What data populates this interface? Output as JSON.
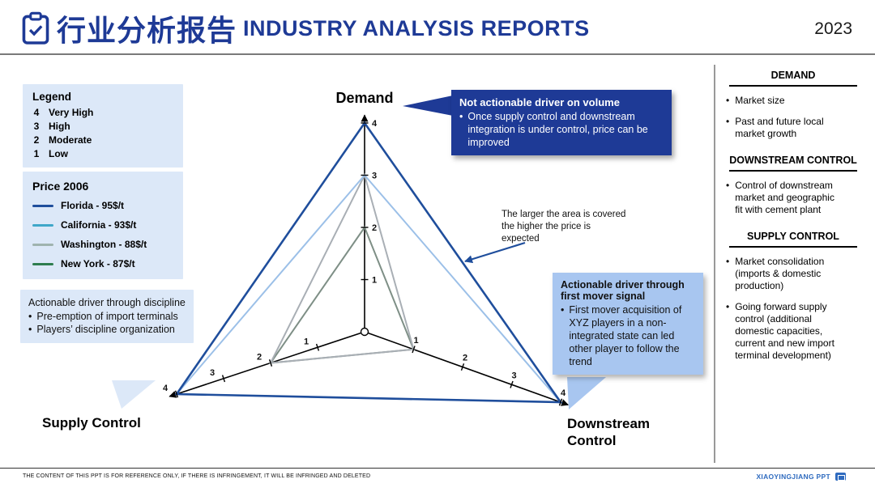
{
  "header": {
    "title_zh": "行业分析报告",
    "title_en": "INDUSTRY ANALYSIS REPORTS",
    "year": "2023",
    "accent_color": "#1E3A96"
  },
  "legend_box": {
    "title": "Legend",
    "items": [
      {
        "value": "4",
        "label": "Very High"
      },
      {
        "value": "3",
        "label": "High"
      },
      {
        "value": "2",
        "label": "Moderate"
      },
      {
        "value": "1",
        "label": "Low"
      }
    ]
  },
  "price_box": {
    "title": "Price 2006",
    "items": [
      {
        "name": "Florida - 95$/t",
        "color": "#1F4E9C"
      },
      {
        "name": "California - 93$/t",
        "color": "#3FA7C9"
      },
      {
        "name": "Washington - 88$/t",
        "color": "#9FB3AF"
      },
      {
        "name": "New York - 87$/t",
        "color": "#2E7D4F"
      }
    ]
  },
  "discipline_callout": {
    "title": "Actionable driver through discipline",
    "bullets": [
      "Pre-emption of import terminals",
      "Players’  discipline organization"
    ]
  },
  "volume_callout": {
    "title": "Not actionable driver on volume",
    "bullets": [
      "Once supply control and downstream integration is under control, price can be improved"
    ]
  },
  "area_note": "The larger the area is covered the higher the price is expected",
  "first_mover_callout": {
    "title": "Actionable driver through first mover signal",
    "bullets": [
      "First mover acquisition of XYZ players in a non-integrated state can led other player to follow the trend"
    ]
  },
  "chart_data": {
    "type": "radar",
    "axes": [
      "Demand",
      "Supply Control",
      "Downstream Control"
    ],
    "scale_ticks": [
      1,
      2,
      3,
      4
    ],
    "max": 4,
    "scale_legend": {
      "4": "Very High",
      "3": "High",
      "2": "Moderate",
      "1": "Low"
    },
    "series": [
      {
        "name": "Florida - 95$/t",
        "values": [
          4,
          4,
          4
        ],
        "line_color": "#1F4E9C"
      },
      {
        "name": "California - 93$/t",
        "values": [
          3,
          4,
          4
        ],
        "line_color": "#9CC0E8"
      },
      {
        "name": "Washington - 88$/t",
        "values": [
          3,
          2,
          1
        ],
        "line_color": "#A9AFB5"
      },
      {
        "name": "New York - 87$/t",
        "values": [
          2,
          2,
          1
        ],
        "line_color": "#7E8F86"
      }
    ]
  },
  "sidebar": {
    "sections": [
      {
        "title": "DEMAND",
        "items": [
          "Market size",
          "Past and future local market growth"
        ]
      },
      {
        "title": "DOWNSTREAM CONTROL",
        "items": [
          "Control of downstream market and geographic fit with cement plant"
        ]
      },
      {
        "title": "SUPPLY CONTROL",
        "items": [
          "Market consolidation (imports & domestic production)",
          "Going forward supply control (additional domestic capacities, current and new import terminal development)"
        ]
      }
    ]
  },
  "footer": {
    "disclaimer": "THE CONTENT OF THIS PPT IS FOR REFERENCE ONLY, IF THERE IS INFRINGEMENT, IT WILL BE INFRINGED AND DELETED",
    "brand": "XIAOYINGJIANG PPT"
  }
}
